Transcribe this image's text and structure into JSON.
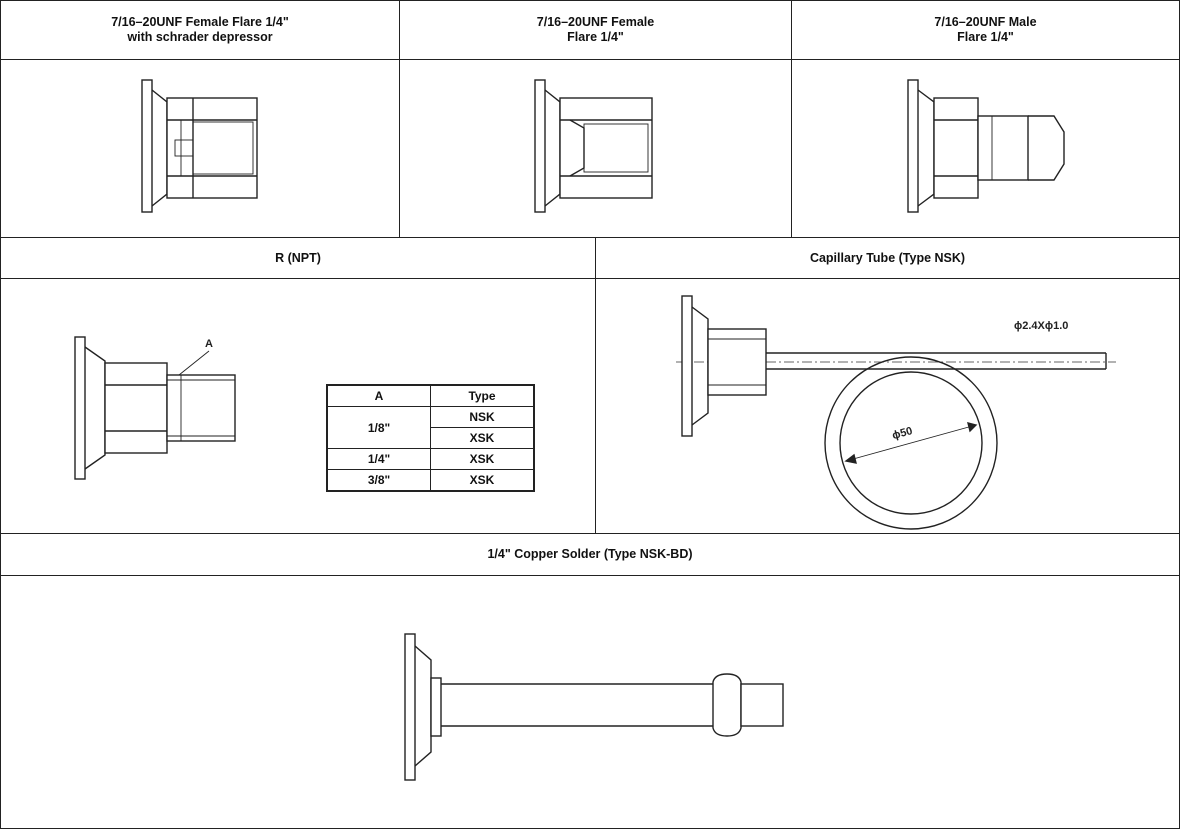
{
  "headers": {
    "female_schrader_line1": "7/16–20UNF Female Flare 1/4\"",
    "female_schrader_line2": "with schrader depressor",
    "female_line1": "7/16–20UNF Female",
    "female_line2": "Flare 1/4\"",
    "male_line1": "7/16–20UNF Male",
    "male_line2": "Flare 1/4\"",
    "npt": "R (NPT)",
    "capillary": "Capillary Tube (Type NSK)",
    "copper": "1/4\" Copper Solder (Type NSK-BD)"
  },
  "npt_drawing": {
    "thread_label": "A"
  },
  "spec_table": {
    "header_a": "A",
    "header_type": "Type",
    "rows": [
      {
        "a": "1/8\"",
        "types": [
          "NSK",
          "XSK"
        ]
      },
      {
        "a": "1/4\"",
        "types": [
          "XSK"
        ]
      },
      {
        "a": "3/8\"",
        "types": [
          "XSK"
        ]
      }
    ]
  },
  "capillary_drawing": {
    "tube_dim": "ϕ2.4Xϕ1.0",
    "coil_dim": "ϕ50"
  }
}
